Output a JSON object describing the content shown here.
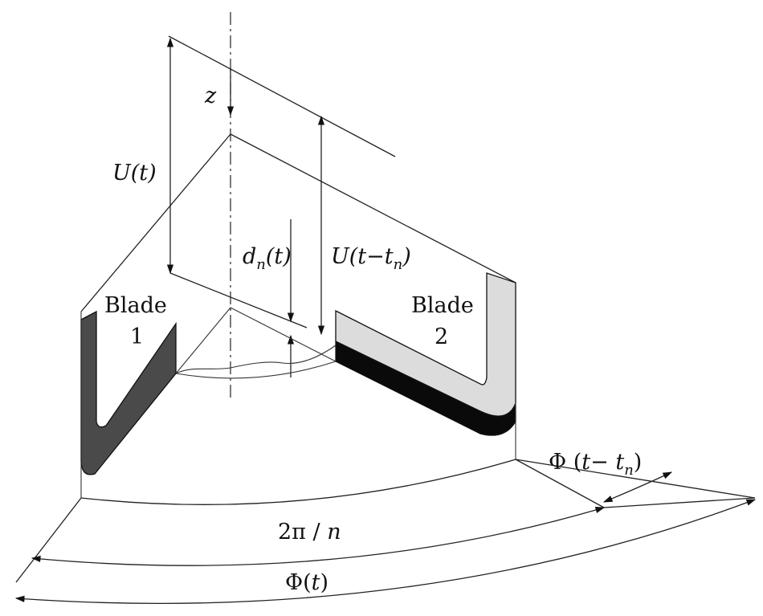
{
  "labels": {
    "z": "z",
    "u_t": "U(t)",
    "u_t_minus_tn": "U(t−t_n)",
    "dn_t": "d_n(t)",
    "blade1_line1": "Blade",
    "blade1_line2": "1",
    "blade2_line1": "Blade",
    "blade2_line2": "2",
    "phi_t_minus_tn": "Φ (t− t_n)",
    "two_pi_over_n": "2π / n",
    "phi_t": "Φ(t)"
  },
  "colors": {
    "line": "#222222",
    "blade1_fill": "#4a4a4a",
    "blade2_fill": "#dcdcdc",
    "blade2_shadow": "#0a0a0a"
  }
}
